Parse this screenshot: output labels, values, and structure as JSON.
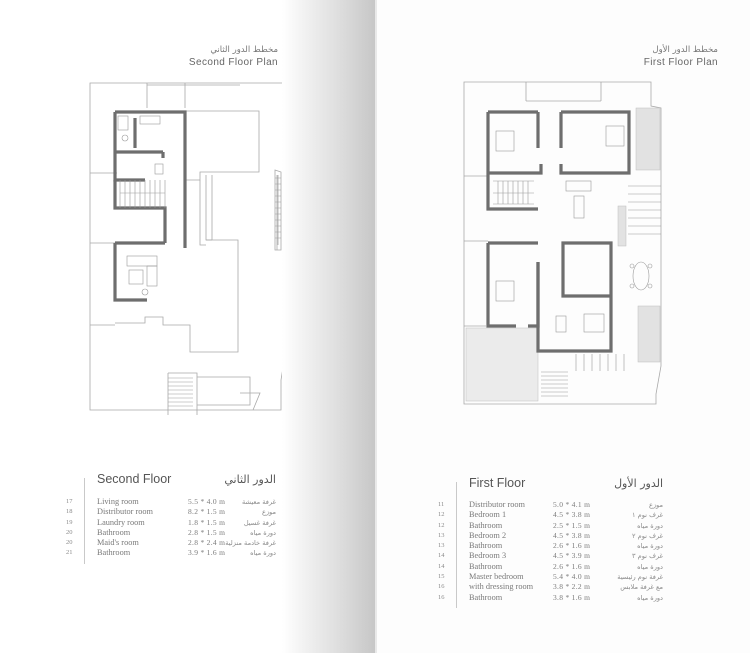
{
  "spread": {
    "left_page": {
      "plan_title_ar": "مخطط الدور الثاني",
      "plan_title_en": "Second Floor Plan",
      "table": {
        "heading_en": "Second Floor",
        "heading_ar": "الدور الثاني",
        "rows": [
          {
            "num": "17",
            "name": "Living room",
            "dim": "5.5 * 4.0  m",
            "ar": "غرفة معيشة"
          },
          {
            "num": "18",
            "name": "Distributor room",
            "dim": "8.2 * 1.5  m",
            "ar": "موزع"
          },
          {
            "num": "19",
            "name": "Laundry room",
            "dim": "1.8 * 1.5  m",
            "ar": "غرفة غسيل"
          },
          {
            "num": "20",
            "name": "Bathroom",
            "dim": "2.8 * 1.5  m",
            "ar": "دورة مياه"
          },
          {
            "num": "20",
            "name": "Maid's room",
            "dim": "2.8 * 2.4  m",
            "ar": "غرفة خادمة منزلية"
          },
          {
            "num": "21",
            "name": "Bathroom",
            "dim": "3.9 * 1.6  m",
            "ar": "دورة مياه"
          }
        ]
      }
    },
    "right_page": {
      "plan_title_ar": "مخطط الدور الأول",
      "plan_title_en": "First Floor Plan",
      "table": {
        "heading_en": "First Floor",
        "heading_ar": "الدور الأول",
        "rows": [
          {
            "num": "11",
            "name": "Distributor room",
            "dim": "5.0 * 4.1  m",
            "ar": "موزع"
          },
          {
            "num": "12",
            "name": "Bedroom 1",
            "dim": "4.5 * 3.8  m",
            "ar": "غرف نوم ١"
          },
          {
            "num": "12",
            "name": "Bathroom",
            "dim": "2.5 * 1.5  m",
            "ar": "دورة مياه"
          },
          {
            "num": "13",
            "name": "Bedroom 2",
            "dim": "4.5 * 3.8  m",
            "ar": "غرف نوم ٢"
          },
          {
            "num": "13",
            "name": "Bathroom",
            "dim": "2.6 * 1.6  m",
            "ar": "دورة مياه"
          },
          {
            "num": "14",
            "name": "Bedroom 3",
            "dim": "4.5 * 3.9  m",
            "ar": "غرف نوم ٣"
          },
          {
            "num": "14",
            "name": "Bathroom",
            "dim": "2.6 * 1.6  m",
            "ar": "دورة مياه"
          },
          {
            "num": "15",
            "name": "Master bedroom",
            "dim": "5.4 * 4.0  m",
            "ar": "غرفة نوم رئيسية"
          },
          {
            "num": "16",
            "name": "with dressing room",
            "dim": "3.8 * 2.2  m",
            "ar": "مع غرفة ملابس"
          },
          {
            "num": "16",
            "name": "Bathroom",
            "dim": "3.8 * 1.6  m",
            "ar": "دورة مياه"
          }
        ]
      }
    }
  }
}
